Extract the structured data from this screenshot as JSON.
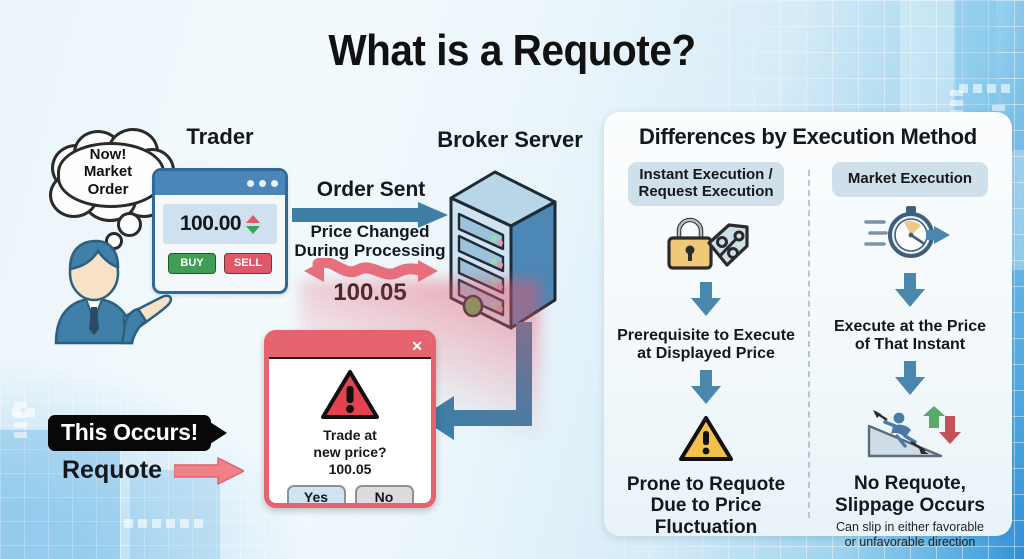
{
  "title": "What is a Requote?",
  "left": {
    "thought": {
      "line1": "Now!",
      "line2": "Market",
      "line3": "Order"
    },
    "trader_label": "Trader",
    "terminal": {
      "price": "100.00",
      "buy_label": "BUY",
      "sell_label": "SELL",
      "up_icon": "triangle-up-icon",
      "down_icon": "triangle-down-icon"
    },
    "person_icon": "businessman-pointing-icon",
    "order_sent_label": "Order Sent",
    "price_changed_label_1": "Price Changed",
    "price_changed_label_2": "During Processing",
    "new_price": "100.05",
    "server_label": "Broker Server",
    "server_icon": "server-tower-icon",
    "dialog": {
      "close_icon": "close-icon",
      "warning_icon": "warning-triangle-icon",
      "message_line1": "Trade at",
      "message_line2": "new price?",
      "price": "100.05",
      "yes_label": "Yes",
      "no_label": "No"
    },
    "callout_label": "This Occurs!",
    "requote_label": "Requote",
    "requote_arrow_icon": "arrow-right-icon"
  },
  "panel": {
    "heading": "Differences by Execution Method",
    "columns": [
      {
        "pill_line1": "Instant Execution /",
        "pill_line2": "Request Execution",
        "icon": "padlock-price-tag-icon",
        "mid_line1": "Prerequisite to Execute",
        "mid_line2": "at Displayed Price",
        "result_icon": "warning-triangle-icon",
        "result_line1": "Prone to Requote",
        "result_line2": "Due to Price",
        "result_line3": "Fluctuation",
        "note_line1": "",
        "note_line2": ""
      },
      {
        "pill_line1": "Market Execution",
        "pill_line2": "",
        "icon": "stopwatch-speed-icon",
        "mid_line1": "Execute at the Price",
        "mid_line2": "of That Instant",
        "result_icon": "slipping-person-icon",
        "result_line1": "No Requote,",
        "result_line2": "Slippage Occurs",
        "result_line3": "",
        "note_line1": "Can slip in either favorable",
        "note_line2": "or unfavorable direction"
      }
    ]
  },
  "colors": {
    "accent_blue": "#3d7fa8",
    "arrow_blue": "#3f7fa6",
    "alert_red": "#e5626f",
    "buy_green": "#3f9e53",
    "sell_red": "#e05767",
    "warning_yellow": "#f3c14a",
    "panel_bg": "#f6fafc"
  }
}
